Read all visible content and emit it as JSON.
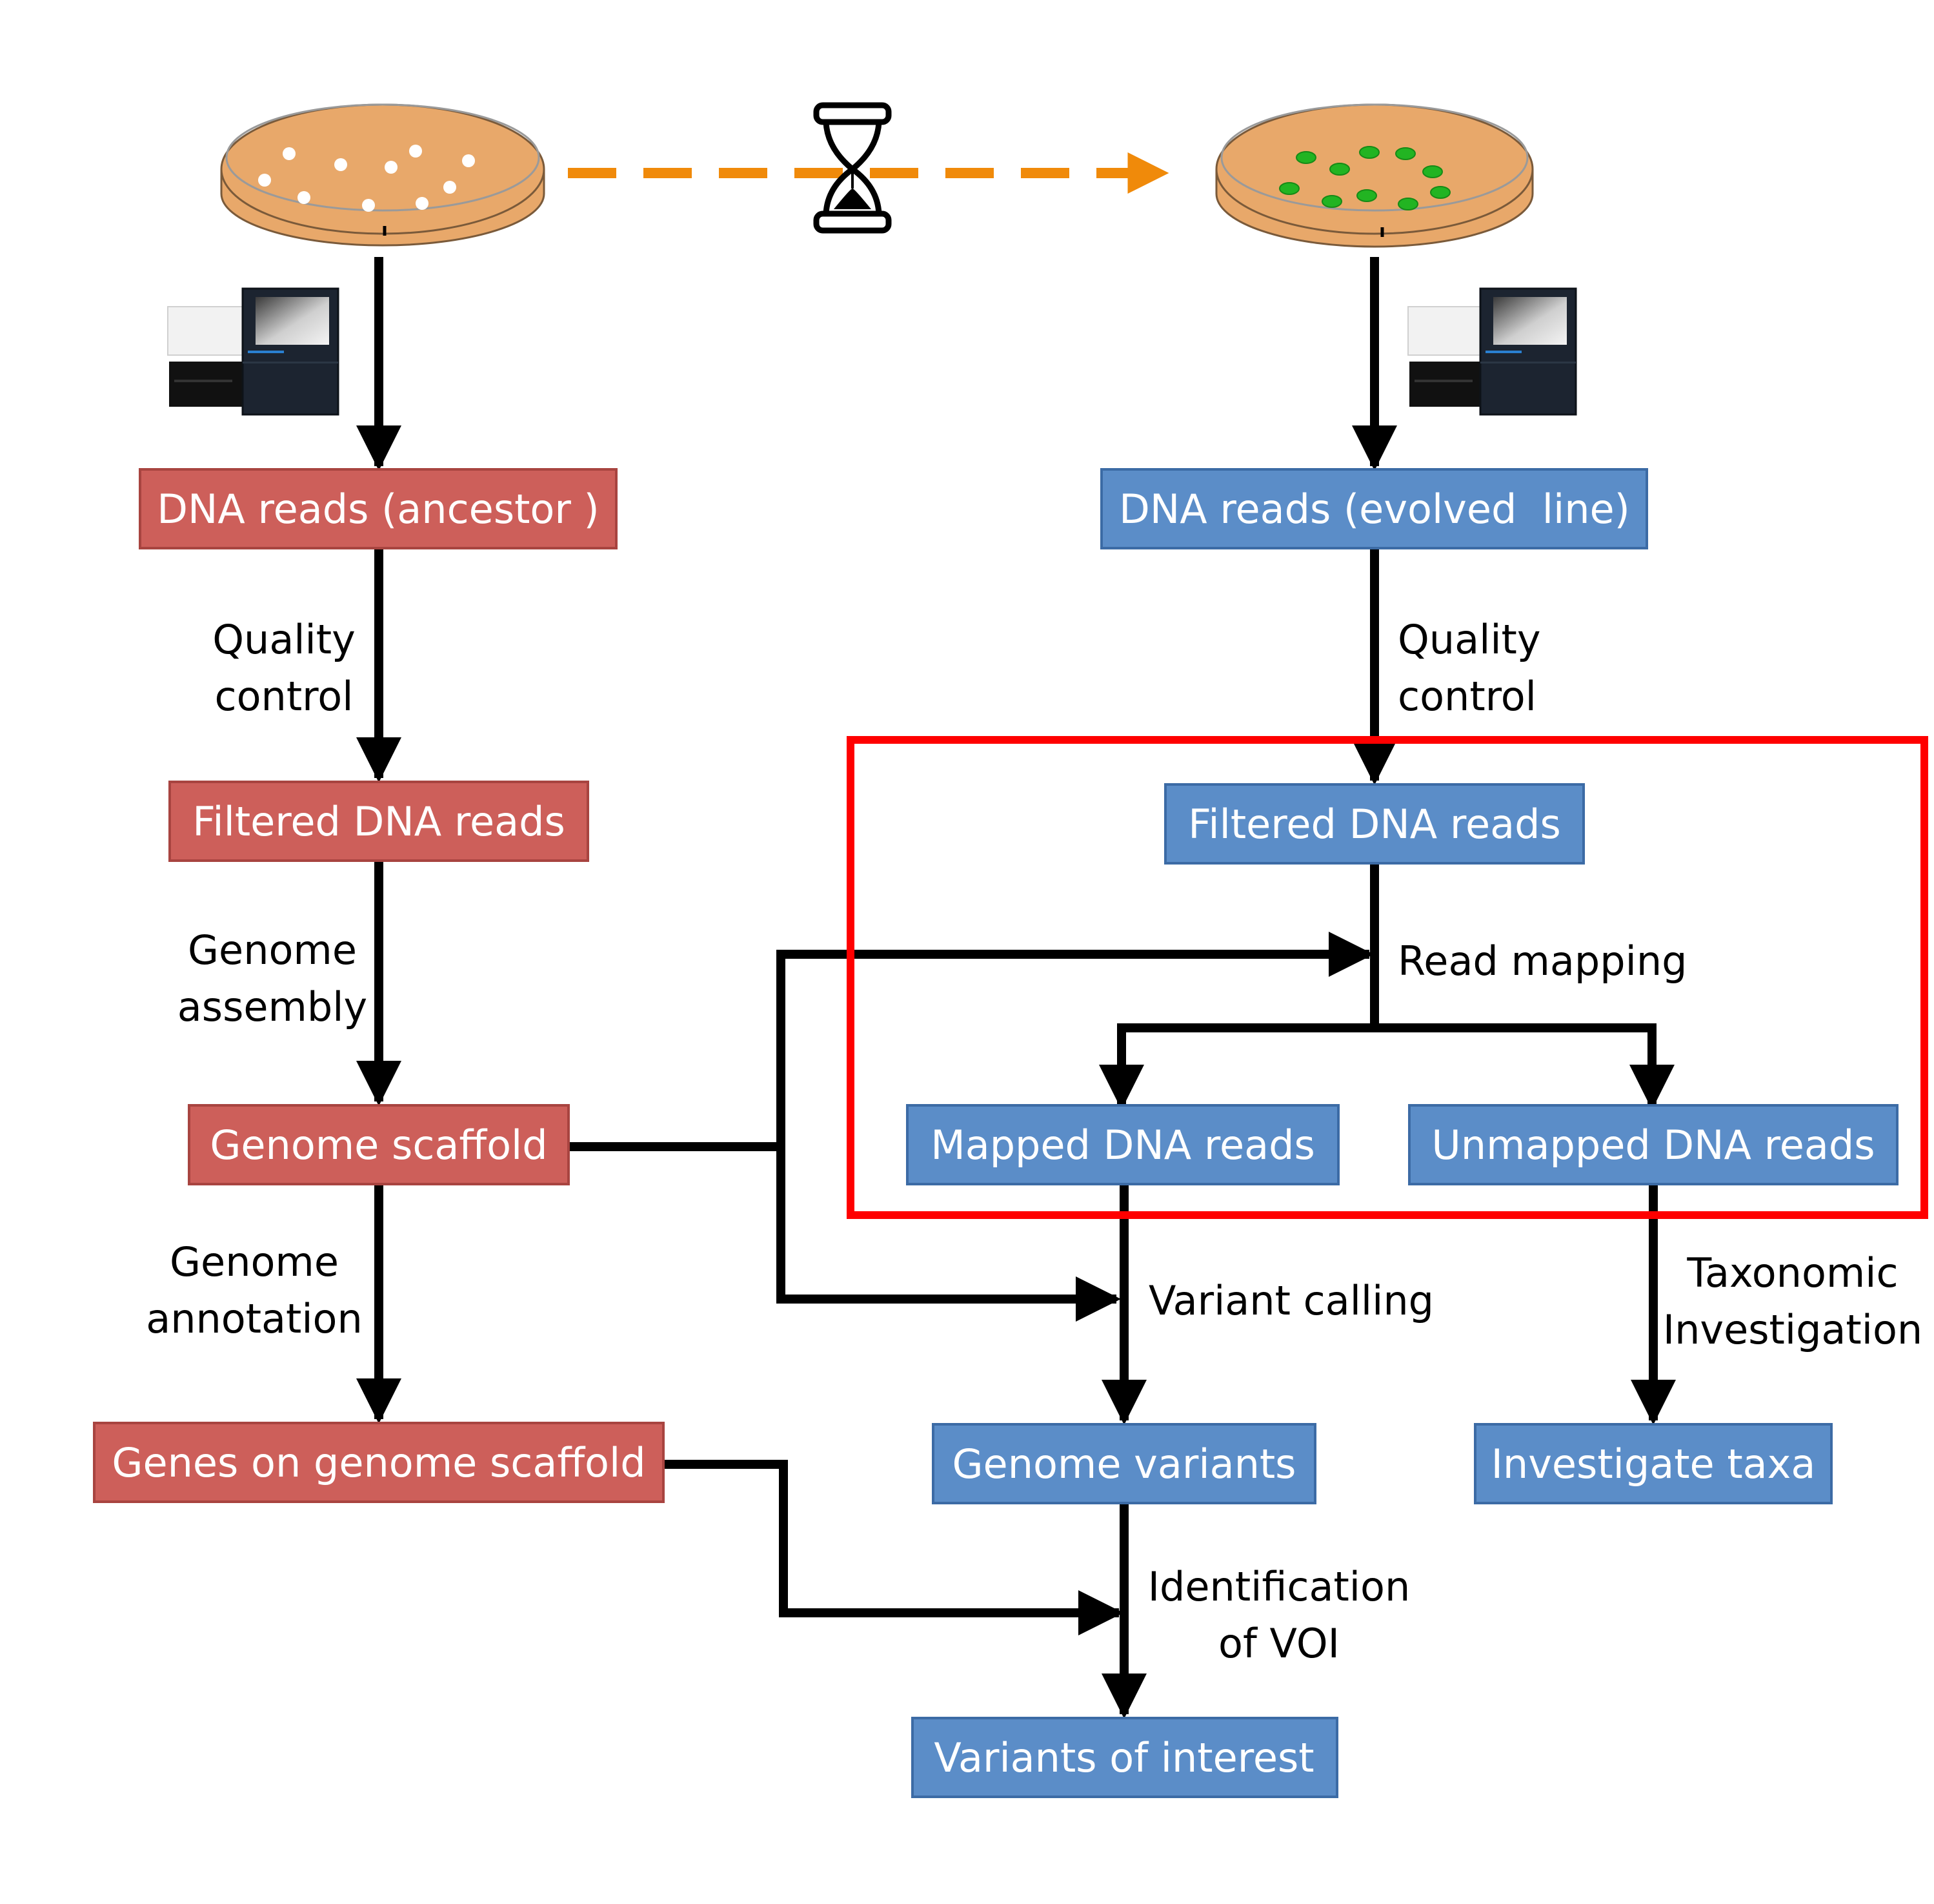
{
  "colors": {
    "ancestor_box": "#CD5F5A",
    "ancestor_border": "#A84440",
    "evolved_box": "#5B8DC8",
    "evolved_border": "#3C6BA5",
    "highlight": "#FF0000",
    "timeline_arrow": "#F08A0A",
    "agar": "#E8A86A",
    "colony_ancestor": "#FFFFFF",
    "colony_evolved": "#22B422",
    "connector": "#000000"
  },
  "boxes": {
    "dna_ancestor": "DNA reads (ancestor )",
    "filtered_ancestor": "Filtered DNA reads",
    "scaffold": "Genome scaffold",
    "genes": "Genes on genome scaffold",
    "dna_evolved": "DNA reads (evolved  line)",
    "filtered_evolved": "Filtered DNA reads",
    "mapped": "Mapped DNA reads",
    "unmapped": "Unmapped DNA reads",
    "variants": "Genome variants",
    "taxa": "Investigate taxa",
    "voi": "Variants of interest"
  },
  "steps": {
    "qc_left": [
      "Quality",
      "control"
    ],
    "assembly": [
      "Genome",
      "assembly"
    ],
    "annotation": [
      "Genome",
      "annotation"
    ],
    "qc_right": [
      "Quality",
      "control"
    ],
    "read_mapping": "Read mapping",
    "variant_calling": "Variant calling",
    "taxonomic": [
      "Taxonomic",
      "Investigation"
    ],
    "identification": [
      "Identification",
      "of VOI"
    ]
  },
  "icons": {
    "petri_ancestor": "petri-dish-icon",
    "petri_evolved": "petri-dish-icon",
    "hourglass": "hourglass-icon",
    "sequencer_left": "sequencer-icon",
    "sequencer_right": "sequencer-icon"
  }
}
